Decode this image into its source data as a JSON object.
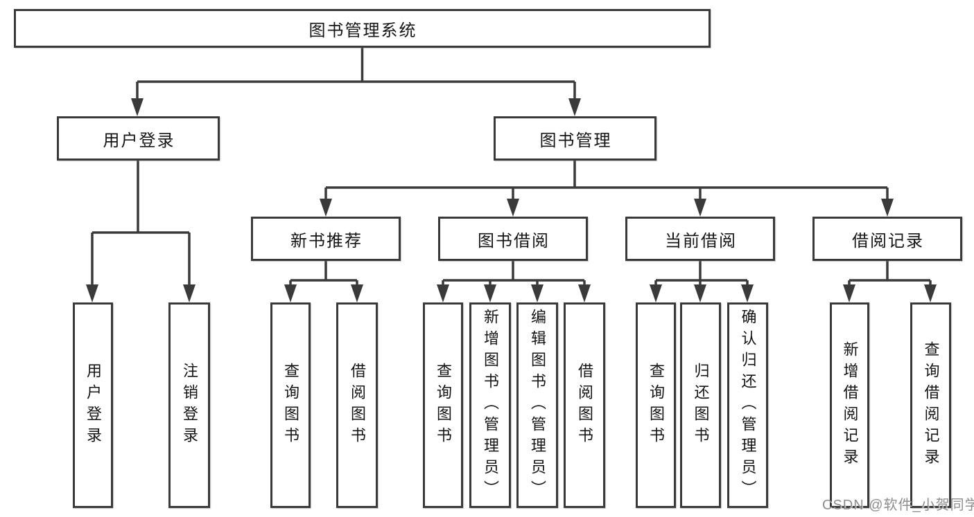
{
  "root": {
    "label": "图书管理系统"
  },
  "branches": [
    {
      "label": "用户登录",
      "children": [
        "用户登录",
        "注销登录"
      ]
    },
    {
      "label": "图书管理",
      "modules": [
        {
          "label": "新书推荐",
          "children": [
            "查询图书",
            "借阅图书"
          ]
        },
        {
          "label": "图书借阅",
          "children": [
            "查询图书",
            "新增图书（管理员）",
            "编辑图书（管理员）",
            "借阅图书"
          ]
        },
        {
          "label": "当前借阅",
          "children": [
            "查询图书",
            "归还图书",
            "确认归还（管理员）"
          ]
        },
        {
          "label": "借阅记录",
          "children": [
            "新增借阅记录",
            "查询借阅记录"
          ]
        }
      ]
    }
  ],
  "watermark": "CSDN @软件_小贺同学",
  "colors": {
    "line": "#3a3a3a",
    "text": "#141414",
    "watermark": "#8d8d8d",
    "background": "#ffffff"
  }
}
